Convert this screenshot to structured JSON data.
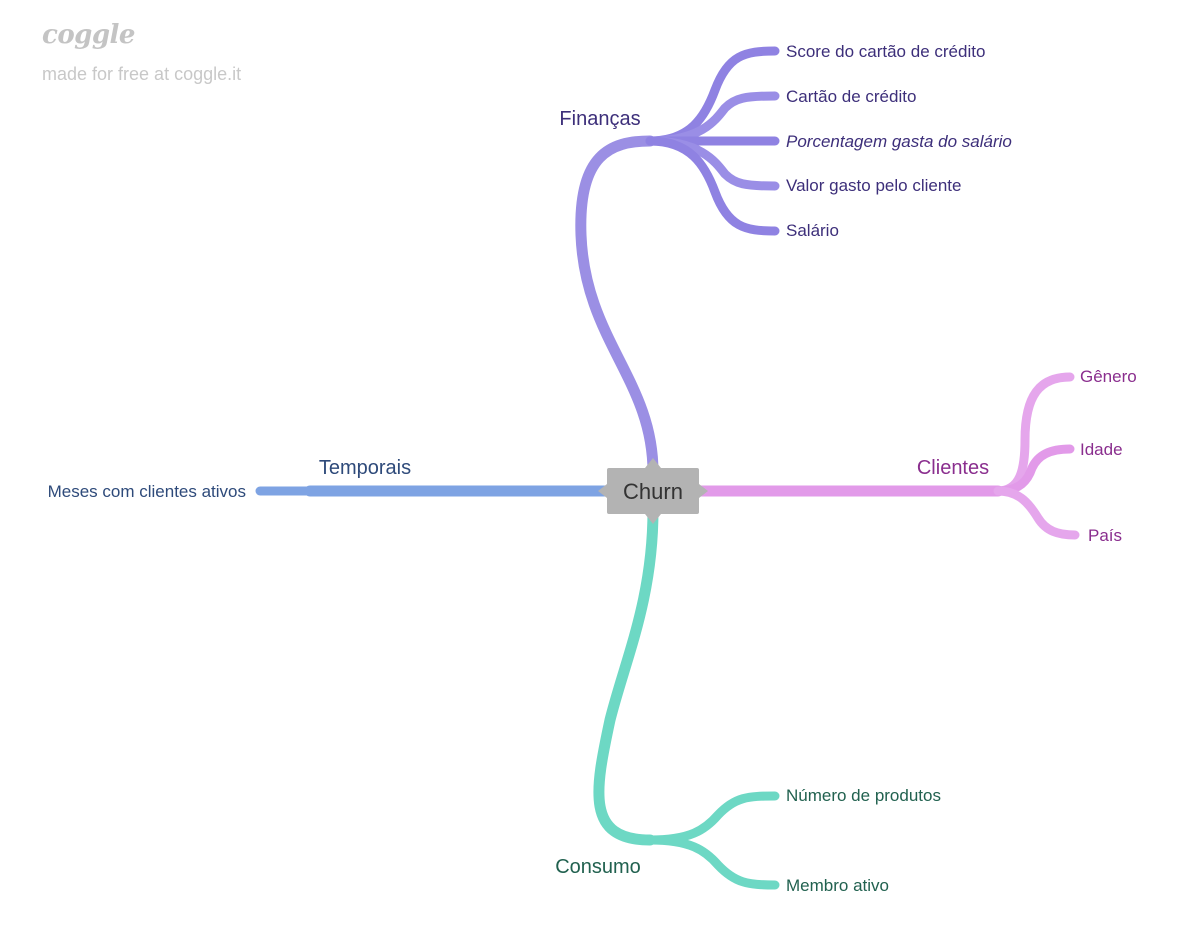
{
  "brand": {
    "logo": "coggle",
    "tagline": "made for free at coggle.it"
  },
  "center": {
    "label": "Churn"
  },
  "branches": {
    "financas": {
      "label": "Finanças",
      "color": "#9b8fe4",
      "text_color": "#3d2f7a",
      "leaves": [
        "Score do cartão de crédito",
        "Cartão de crédito",
        "Porcentagem gasta do salário",
        "Valor gasto pelo cliente",
        "Salário"
      ]
    },
    "clientes": {
      "label": "Clientes",
      "color": "#e29ae9",
      "text_color": "#8a2e8e",
      "leaves": [
        "Gênero",
        "Idade",
        "País"
      ]
    },
    "temporais": {
      "label": "Temporais",
      "color": "#7ea3e3",
      "text_color": "#2e4a7a",
      "leaves": [
        "Meses com clientes ativos"
      ]
    },
    "consumo": {
      "label": "Consumo",
      "color": "#6dd8c4",
      "text_color": "#21614f",
      "leaves": [
        "Número de produtos",
        "Membro ativo"
      ]
    }
  },
  "colors": {
    "center_fill": "#b3b3b3"
  }
}
